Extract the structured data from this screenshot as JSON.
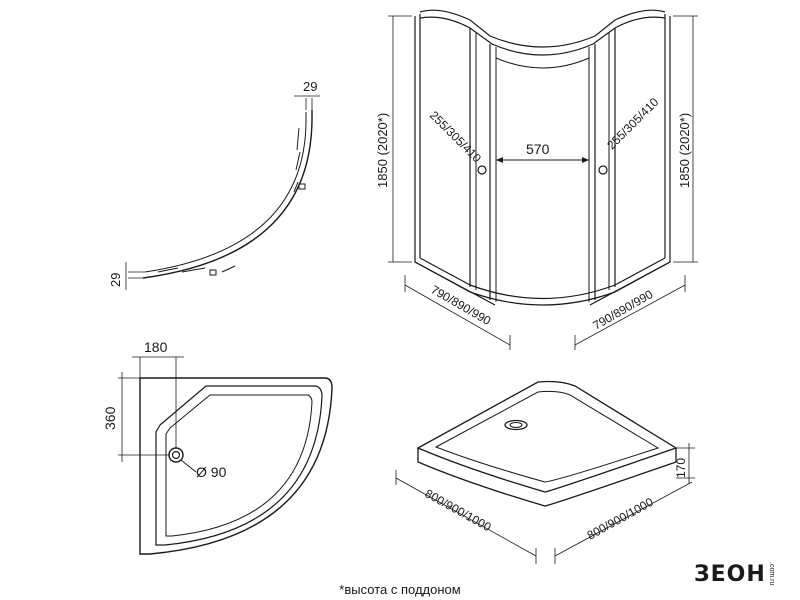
{
  "views": {
    "top_profile": {
      "dim_top": "29",
      "dim_left": "29"
    },
    "front_3d": {
      "height_left": "1850 (2020*)",
      "height_right": "1850 (2020*)",
      "door_width": "570",
      "side_left": "255/305/410",
      "side_right": "255/305/410",
      "base_left": "790/890/990",
      "base_right": "790/890/990"
    },
    "tray_plan": {
      "dim_top": "180",
      "dim_side": "360",
      "drain": "Ø 90"
    },
    "tray_3d": {
      "height": "170",
      "base_left": "800/900/1000",
      "base_right": "800/900/1000"
    }
  },
  "footnote": "*высота с поддоном",
  "logo": {
    "brand": "ЗЕОН",
    "domain": ".com.ru"
  }
}
